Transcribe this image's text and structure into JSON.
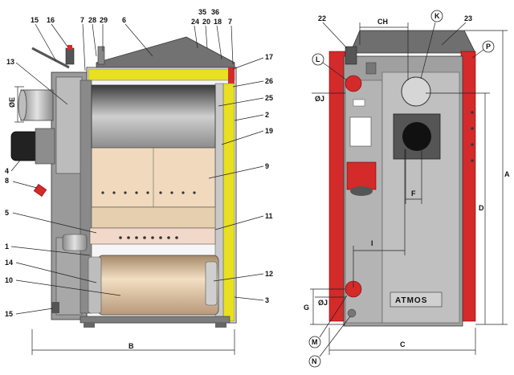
{
  "figure": {
    "left_view": {
      "labels_top": [
        "15",
        "16",
        "7",
        "28",
        "29",
        "6",
        "35",
        "36",
        "24",
        "20",
        "18",
        "7"
      ],
      "labels_right": [
        "17",
        "26",
        "25",
        "2",
        "19",
        "9",
        "11",
        "12",
        "3"
      ],
      "labels_left": [
        "13",
        "4",
        "8",
        "5",
        "1",
        "14",
        "10",
        "15"
      ],
      "dim_E": "ØE",
      "dim_B": "B"
    },
    "right_view": {
      "labels_top": [
        "22",
        "CH",
        "K",
        "23"
      ],
      "callouts": [
        "L",
        "P",
        "M",
        "N"
      ],
      "dim_J_top": "ØJ",
      "dim_J_bottom": "ØJ",
      "dim_G": "G",
      "dim_F": "F",
      "dim_I": "I",
      "dim_D": "D",
      "dim_A": "A",
      "dim_C": "C",
      "brand": "ATMOS"
    }
  },
  "colors": {
    "casing_red": "#d42a2a",
    "insulation_yellow": "#e8e020",
    "steel_gray": "#9a9a9a",
    "firebrick": "#f0d9bd",
    "cover_dark": "#707070"
  }
}
